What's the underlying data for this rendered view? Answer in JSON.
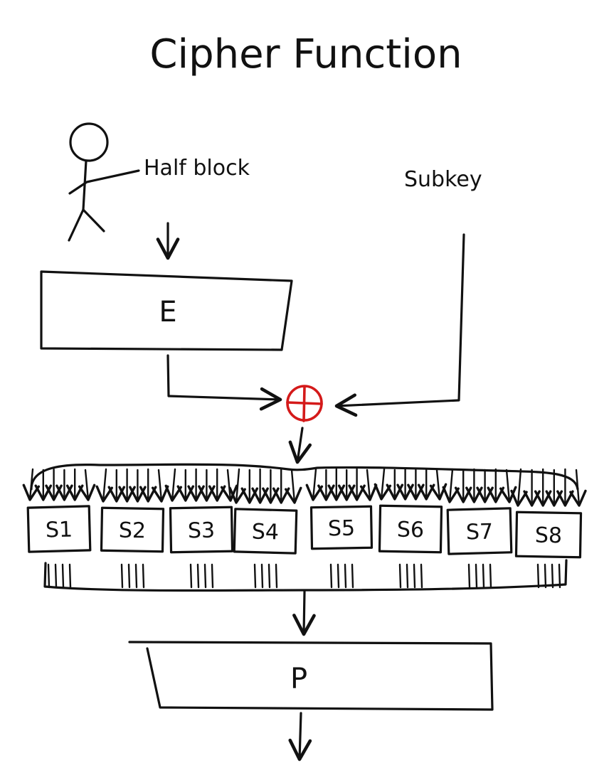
{
  "title": "Cipher Function",
  "inputs": {
    "half_block_label": "Half block",
    "subkey_label": "Subkey"
  },
  "blocks": {
    "expansion_label": "E",
    "permutation_label": "P"
  },
  "xor_symbol": "⊕",
  "sboxes": [
    {
      "label": "S1"
    },
    {
      "label": "S2"
    },
    {
      "label": "S3"
    },
    {
      "label": "S4"
    },
    {
      "label": "S5"
    },
    {
      "label": "S6"
    },
    {
      "label": "S7"
    },
    {
      "label": "S8"
    }
  ],
  "colors": {
    "ink": "#111111",
    "xor": "#d41a1a",
    "background": "#ffffff"
  }
}
